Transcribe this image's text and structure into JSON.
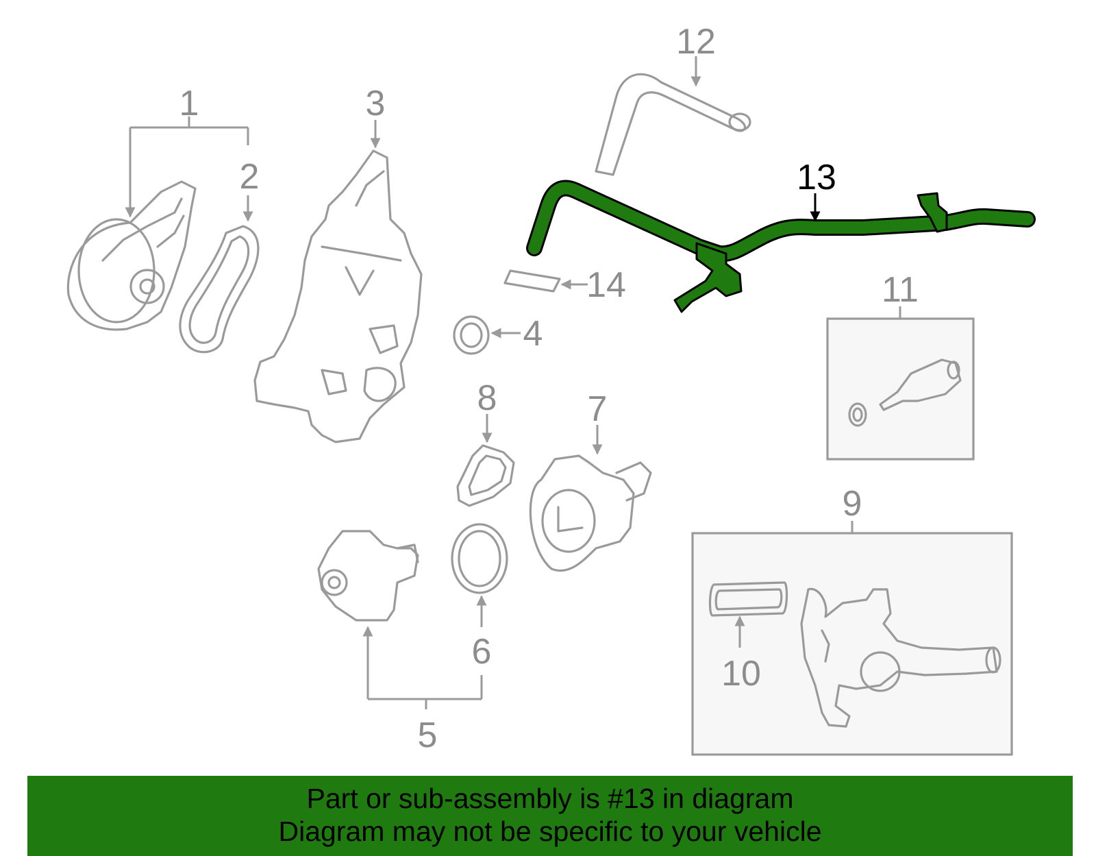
{
  "diagram": {
    "highlight_color": "#1f7a10",
    "callouts": [
      "1",
      "2",
      "3",
      "4",
      "5",
      "6",
      "7",
      "8",
      "9",
      "10",
      "11",
      "12",
      "13",
      "14"
    ],
    "highlighted_part": "13"
  },
  "banner": {
    "line1": "Part or sub-assembly is #13 in diagram",
    "line2": "Diagram may not be specific to your vehicle"
  }
}
